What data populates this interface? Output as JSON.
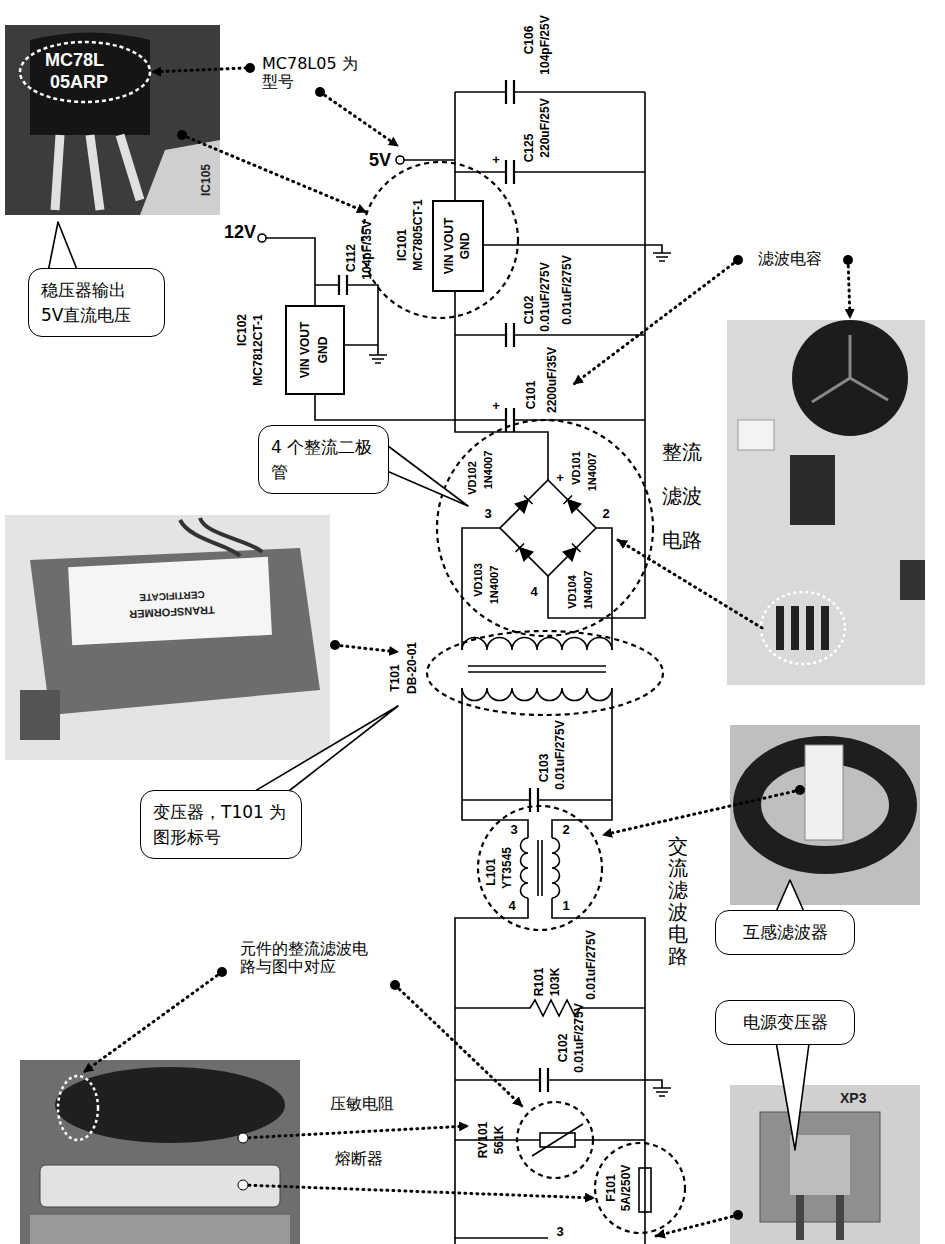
{
  "diagram": {
    "nodes": [
      {
        "text": [
          "VIN VOUT",
          "GND"
        ]
      },
      {
        "text": [
          "稳压器输出 5V直流电压"
        ]
      },
      {
        "text": [
          "VIN VOUT",
          "GND"
        ]
      },
      {
        "text": [
          "4 个整流二极管"
        ]
      },
      {
        "text": [
          "变压器，T101 为图形标号"
        ]
      },
      {
        "text": [
          "互感滤波器"
        ]
      },
      {
        "text": [
          "电源变压器"
        ]
      }
    ],
    "labels": [
      "MC78L05 为型号",
      "5V",
      "C106",
      "104pF/25V",
      "+",
      "C125",
      "220uF/25V",
      "IC101",
      "MC7805CT-1",
      "12V",
      "C112",
      "104pF/35V",
      "IC102",
      "MC7812CT-1",
      "0.01uF/275V",
      "C102",
      "0.01uF/275V",
      "+",
      "C101",
      "2200uF/35V",
      "VD102",
      "1N4007",
      "VD101",
      "1N4007",
      "3",
      "+",
      "2",
      "VD103",
      "1N4007",
      "4",
      "VD104",
      "1N4007",
      "T101",
      "DB-20-01",
      "C103",
      "0.01uF/275V",
      "L101",
      "YT3545",
      "3",
      "2",
      "4",
      "1",
      "R101",
      "103K",
      "0.01uF/275V",
      "C102",
      "0.01uF/275V",
      "RV101",
      "561K",
      "F101",
      "5A/250V",
      "3",
      "整流滤波电路",
      "交流滤波电路",
      "滤波电容",
      "元件的整流滤波电路与图中对应",
      "压敏电阻",
      "熔断器",
      "MC78L",
      "05ARP",
      "IC105",
      "TRANSFORMER",
      "CERTIFICATE",
      "XP3"
    ]
  }
}
